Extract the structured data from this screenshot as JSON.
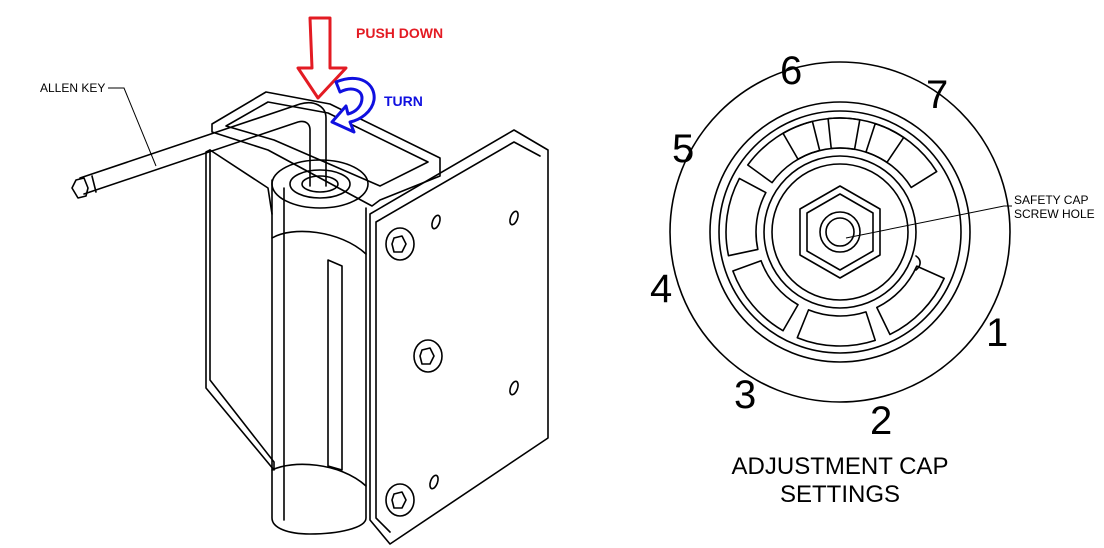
{
  "hinge": {
    "allen_key_label": "ALLEN KEY",
    "push_label": "PUSH DOWN",
    "turn_label": "TURN",
    "push_color": "#e31b23",
    "turn_color": "#1010e0"
  },
  "cap": {
    "settings": [
      "6",
      "7",
      "5",
      "4",
      "1",
      "3",
      "2"
    ],
    "safety_label_line1": "SAFETY CAP",
    "safety_label_line2": "SCREW HOLE",
    "caption_line1": "ADJUSTMENT CAP",
    "caption_line2": "SETTINGS"
  }
}
